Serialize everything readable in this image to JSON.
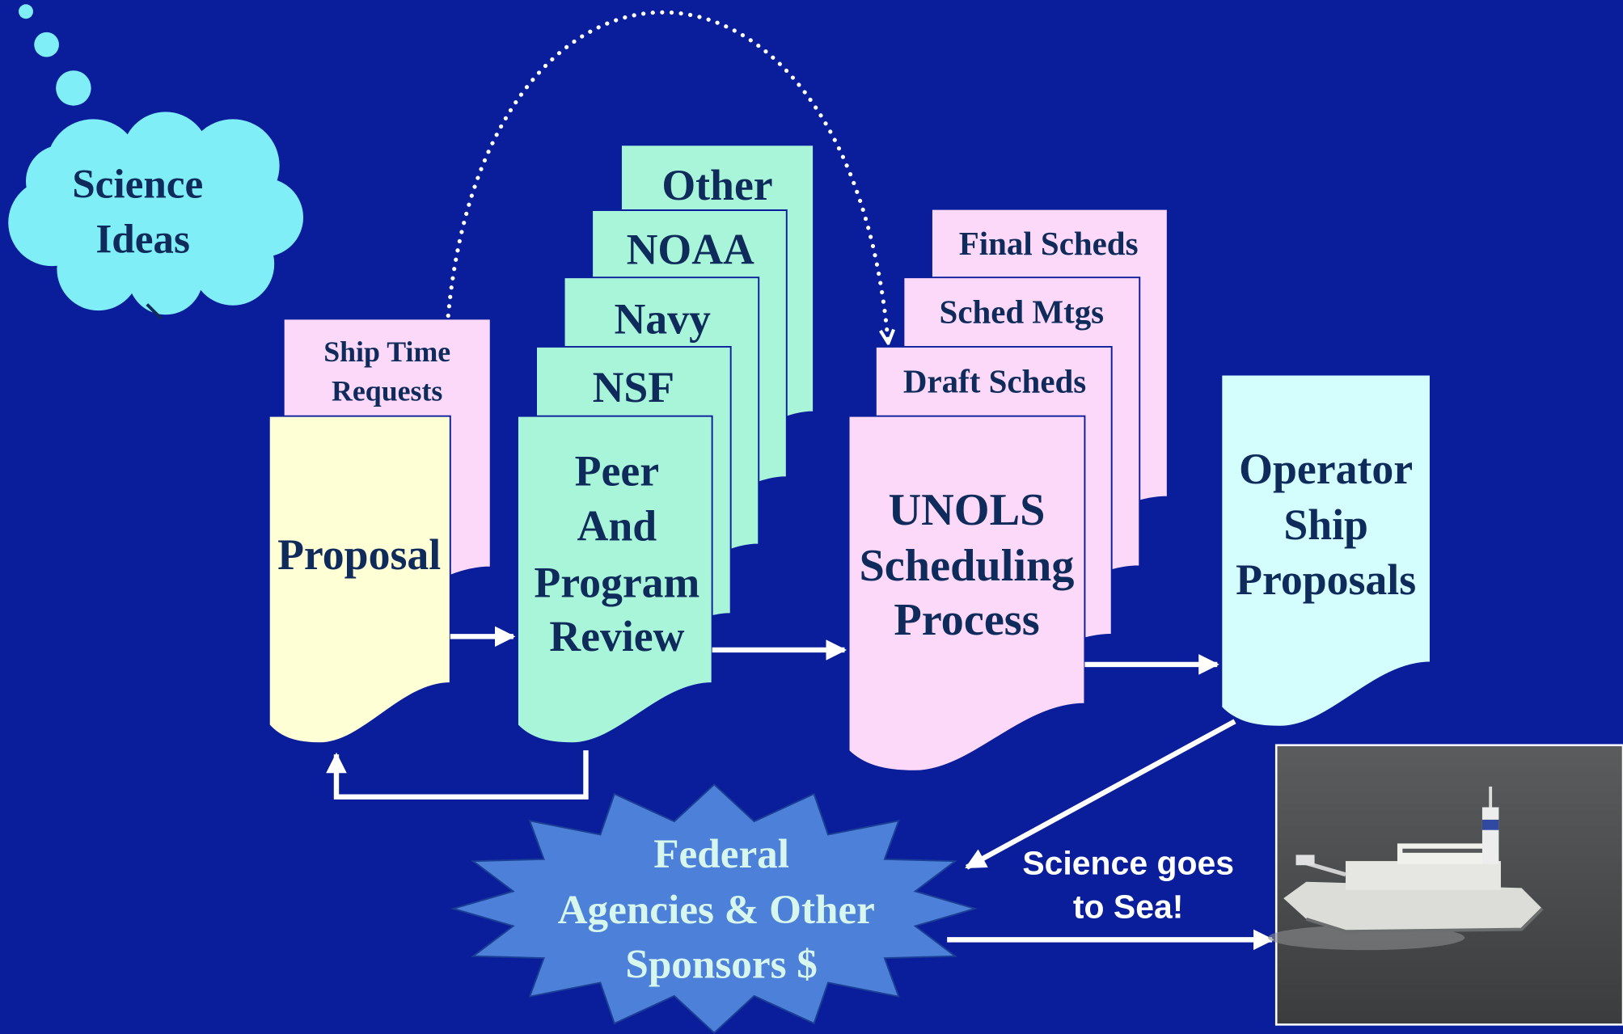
{
  "colors": {
    "background": "#0a1e9b",
    "text": "#0f2b5b",
    "cloud": "#80eef6",
    "proposal": "#ffffd6",
    "pink_card": "#fdd9f9",
    "green_card": "#a9f5d9",
    "operator": "#d4fdfd",
    "starburst": "#4d80d8",
    "starburst_text": "#d6f6ee",
    "caption": "#ffffff",
    "arrow": "#ffffff"
  },
  "science_ideas": {
    "lines": [
      "Science",
      "Ideas"
    ]
  },
  "ship_time_requests": {
    "lines": [
      "Ship Time",
      "Requests"
    ]
  },
  "proposal": {
    "label": "Proposal"
  },
  "review_stack": {
    "cards": [
      {
        "label": "Other"
      },
      {
        "label": "NOAA"
      },
      {
        "label": "Navy"
      },
      {
        "label": "NSF"
      }
    ],
    "main": {
      "lines": [
        "Peer",
        "And",
        "Program",
        "Review"
      ]
    }
  },
  "unols_stack": {
    "cards": [
      {
        "label": "Final Scheds"
      },
      {
        "label": "Sched Mtgs"
      },
      {
        "label": "Draft Scheds"
      }
    ],
    "main": {
      "lines": [
        "UNOLS",
        "Scheduling",
        "Process"
      ]
    }
  },
  "operator_proposals": {
    "lines": [
      "Operator",
      "Ship",
      "Proposals"
    ]
  },
  "sponsors": {
    "lines": [
      "Federal",
      "Agencies & Other",
      "Sponsors $"
    ]
  },
  "sea_caption": {
    "lines": [
      "Science goes",
      "to Sea!"
    ]
  },
  "ship_photo": {
    "icon": "ship-photo"
  }
}
